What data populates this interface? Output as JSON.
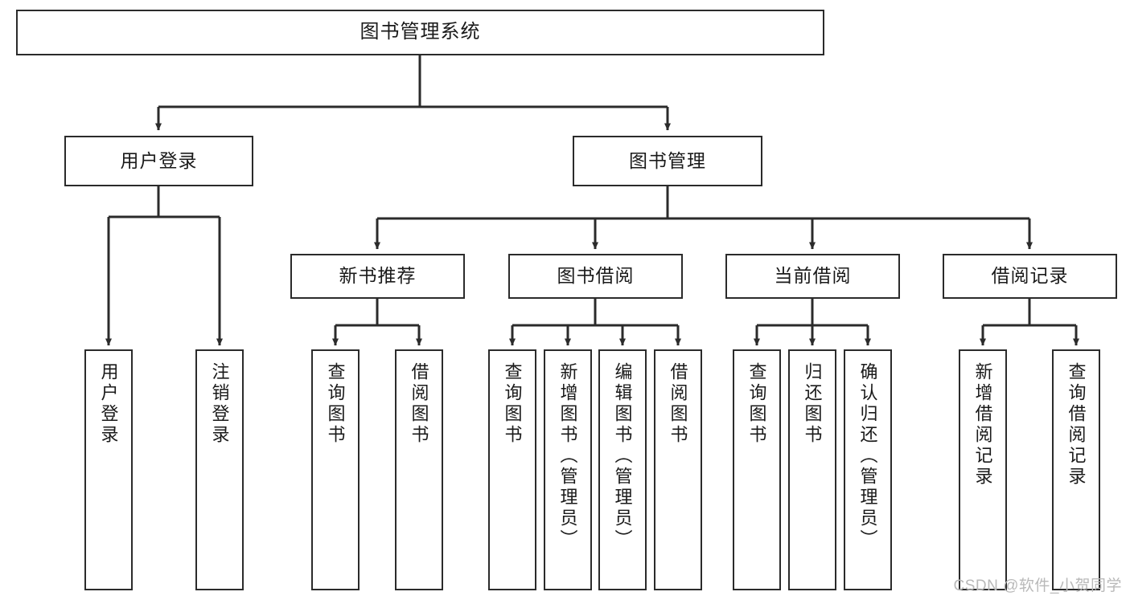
{
  "diagram": {
    "title": "图书管理系统",
    "type": "tree-hierarchy",
    "watermark": "CSDN @软件_小贺同学",
    "colors": {
      "stroke": "#2b2b2b",
      "fill": "#ffffff",
      "text": "#1a1a1a",
      "watermark": "#b9b9b9"
    },
    "levels": {
      "level0": [
        {
          "id": "root",
          "label": "图书管理系统"
        }
      ],
      "level1": [
        {
          "id": "user-login",
          "label": "用户登录",
          "parent": "root"
        },
        {
          "id": "book-manage",
          "label": "图书管理",
          "parent": "root"
        }
      ],
      "level2": [
        {
          "id": "new-book-rec",
          "label": "新书推荐",
          "parent": "book-manage"
        },
        {
          "id": "book-borrow",
          "label": "图书借阅",
          "parent": "book-manage"
        },
        {
          "id": "current-borrow",
          "label": "当前借阅",
          "parent": "book-manage"
        },
        {
          "id": "borrow-record",
          "label": "借阅记录",
          "parent": "book-manage"
        }
      ],
      "leaves": [
        {
          "id": "leaf-user-login",
          "label": "用户登录",
          "parent": "user-login"
        },
        {
          "id": "leaf-user-logout",
          "label": "注销登录",
          "parent": "user-login"
        },
        {
          "id": "leaf-query-book-1",
          "label": "查询图书",
          "parent": "new-book-rec"
        },
        {
          "id": "leaf-borrow-book-1",
          "label": "借阅图书",
          "parent": "new-book-rec"
        },
        {
          "id": "leaf-query-book-2",
          "label": "查询图书",
          "parent": "book-borrow"
        },
        {
          "id": "leaf-add-book",
          "label": "新增图书（管理员）",
          "parent": "book-borrow"
        },
        {
          "id": "leaf-edit-book",
          "label": "编辑图书（管理员）",
          "parent": "book-borrow"
        },
        {
          "id": "leaf-borrow-book-2",
          "label": "借阅图书",
          "parent": "book-borrow"
        },
        {
          "id": "leaf-query-book-3",
          "label": "查询图书",
          "parent": "current-borrow"
        },
        {
          "id": "leaf-return-book",
          "label": "归还图书",
          "parent": "current-borrow"
        },
        {
          "id": "leaf-confirm-return",
          "label": "确认归还（管理员）",
          "parent": "current-borrow"
        },
        {
          "id": "leaf-add-record",
          "label": "新增借阅记录",
          "parent": "borrow-record"
        },
        {
          "id": "leaf-query-record",
          "label": "查询借阅记录",
          "parent": "borrow-record"
        }
      ]
    }
  }
}
